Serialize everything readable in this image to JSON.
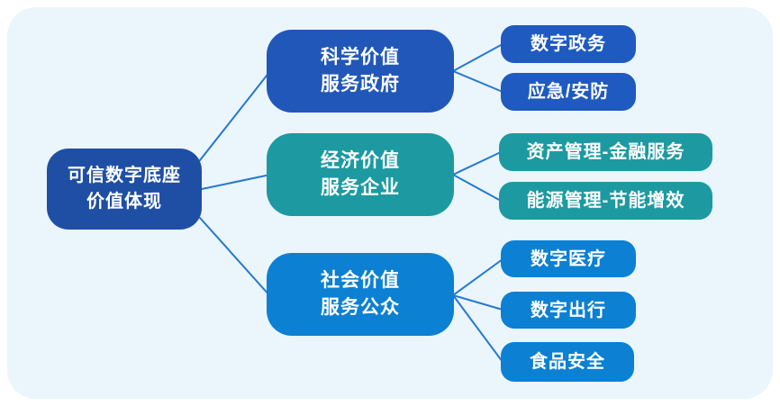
{
  "diagram": {
    "root": {
      "lines": [
        "可信数字底座",
        "价值体现"
      ]
    },
    "branches": [
      {
        "id": "government",
        "lines": [
          "科学价值",
          "服务政府"
        ],
        "children": [
          "数字政务",
          "应急/安防"
        ]
      },
      {
        "id": "enterprise",
        "lines": [
          "经济价值",
          "服务企业"
        ],
        "children": [
          "资产管理-金融服务",
          "能源管理-节能增效"
        ]
      },
      {
        "id": "public",
        "lines": [
          "社会价值",
          "服务公众"
        ],
        "children": [
          "数字医疗",
          "数字出行",
          "食品安全"
        ]
      }
    ],
    "colors": {
      "panel_background": "#EBF5FC",
      "root_node": "#1F4FA5",
      "branch_government": "#2157B8",
      "leaf_government": "#1E5AC0",
      "branch_enterprise": "#1D9AA1",
      "branch_public": "#0C80D2",
      "connector_line": "#2379CE",
      "text": "#FFFFFF"
    }
  }
}
